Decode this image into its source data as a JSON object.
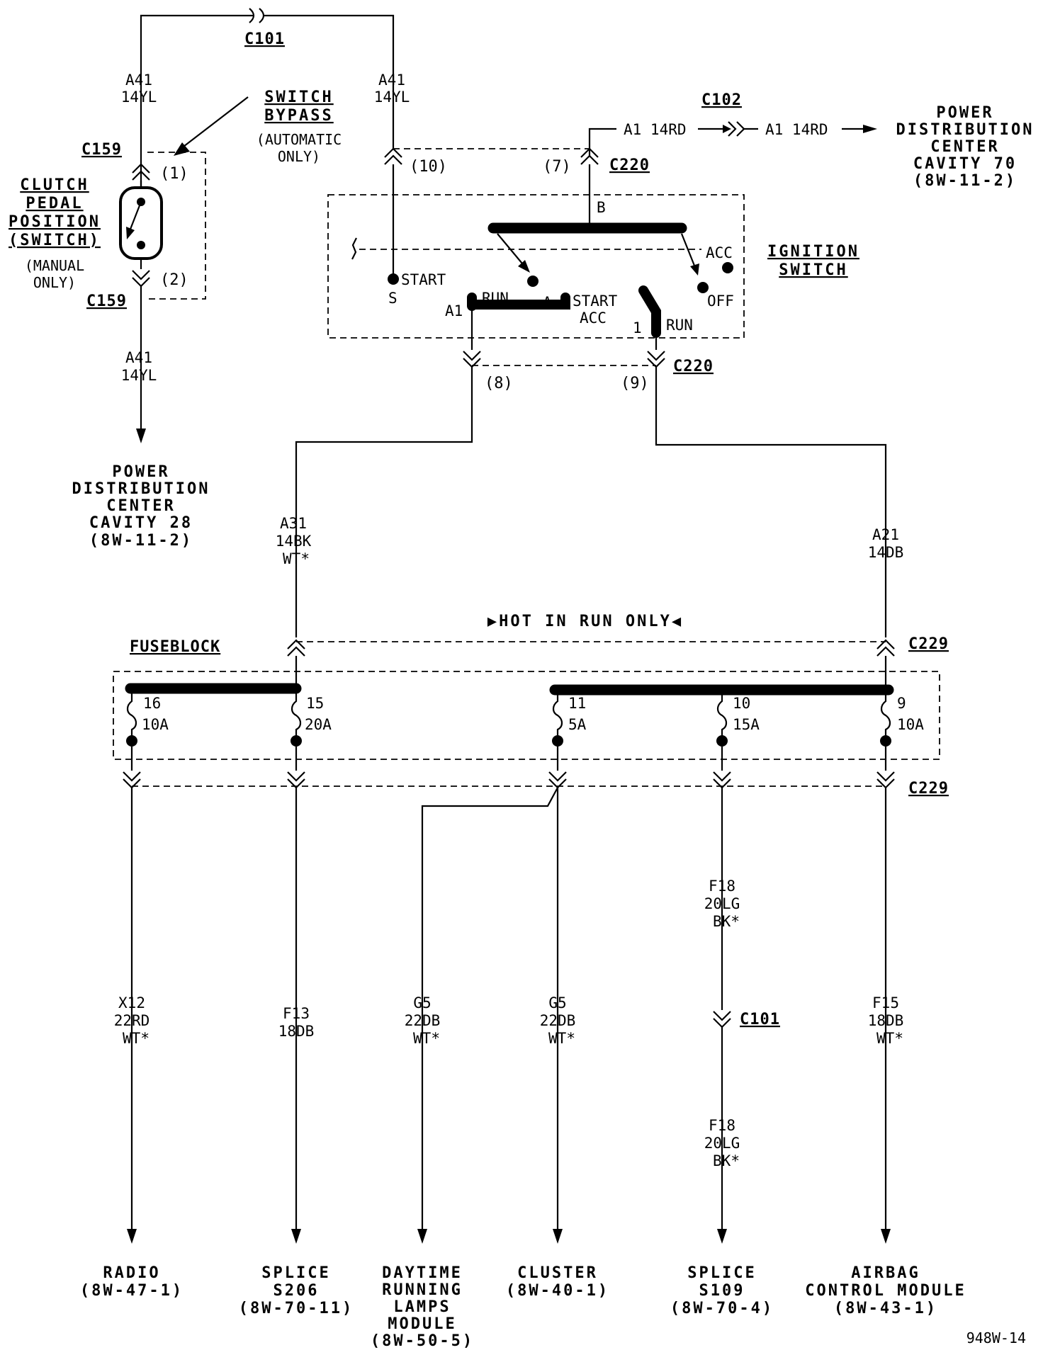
{
  "diagram": {
    "figure_id": "948W-14",
    "connectors": {
      "c101_top": "C101",
      "c101_bottom": "C101",
      "c102": "C102",
      "c159_top": "C159",
      "c159_bottom": "C159",
      "c220_top": "C220",
      "c220_bottom": "C220",
      "c229_top": "C229",
      "c229_bottom": "C229"
    },
    "labels": {
      "switch_bypass": [
        "SWITCH",
        "BYPASS"
      ],
      "automatic_only": [
        "(AUTOMATIC",
        "ONLY)"
      ],
      "clutch_pedal": [
        "CLUTCH",
        "PEDAL",
        "POSITION",
        "(SWITCH)"
      ],
      "manual_only": [
        "(MANUAL",
        "ONLY)"
      ],
      "ignition_switch": [
        "IGNITION",
        "SWITCH"
      ],
      "hot_in_run": "▶HOT IN RUN ONLY◀",
      "fuseblock": "FUSEBLOCK",
      "pdc_top": [
        "POWER",
        "DISTRIBUTION",
        "CENTER",
        "CAVITY 70",
        "(8W-11-2)"
      ],
      "pdc_left": [
        "POWER",
        "DISTRIBUTION",
        "CENTER",
        "CAVITY 28",
        "(8W-11-2)"
      ]
    },
    "switch_terms": {
      "start": "START",
      "s": "S",
      "run": "RUN",
      "a1": "A1",
      "a": "A",
      "start_acc": [
        "START",
        "ACC"
      ],
      "one": "1",
      "run2": "RUN",
      "acc": "ACC",
      "off": "OFF",
      "b": "B"
    },
    "pins": {
      "p1": "(1)",
      "p2": "(2)",
      "p7": "(7)",
      "p8": "(8)",
      "p9": "(9)",
      "p10": "(10)"
    },
    "wires": {
      "a41_left_top": [
        "A41",
        "14YL"
      ],
      "a41_right_top": [
        "A41",
        "14YL"
      ],
      "a41_bottom": [
        "A41",
        "14YL"
      ],
      "a1_left": "A1 14RD",
      "a1_right": "A1 14RD",
      "a31": [
        "A31",
        "14BK",
        "WT*"
      ],
      "a21": [
        "A21",
        "14DB"
      ],
      "f18_upper": [
        "F18",
        "20LG",
        "BK*"
      ],
      "f18_lower": [
        "F18",
        "20LG",
        "BK*"
      ],
      "x12": [
        "X12",
        "22RD",
        "WT*"
      ],
      "f13": [
        "F13",
        "18DB"
      ],
      "g5_a": [
        "G5",
        "22DB",
        "WT*"
      ],
      "g5_b": [
        "G5",
        "22DB",
        "WT*"
      ],
      "f15": [
        "F15",
        "18DB",
        "WT*"
      ]
    },
    "fuses": [
      {
        "num": "16",
        "amp": "10A"
      },
      {
        "num": "15",
        "amp": "20A"
      },
      {
        "num": "11",
        "amp": "5A"
      },
      {
        "num": "10",
        "amp": "15A"
      },
      {
        "num": "9",
        "amp": "10A"
      }
    ],
    "destinations": {
      "radio": [
        "RADIO",
        "(8W-47-1)"
      ],
      "splice_s206": [
        "SPLICE",
        "S206",
        "(8W-70-11)"
      ],
      "drl_module": [
        "DAYTIME",
        "RUNNING",
        "LAMPS",
        "MODULE",
        "(8W-50-5)"
      ],
      "cluster": [
        "CLUSTER",
        "(8W-40-1)"
      ],
      "splice_s109": [
        "SPLICE",
        "S109",
        "(8W-70-4)"
      ],
      "airbag": [
        "AIRBAG",
        "CONTROL MODULE",
        "(8W-43-1)"
      ]
    }
  }
}
